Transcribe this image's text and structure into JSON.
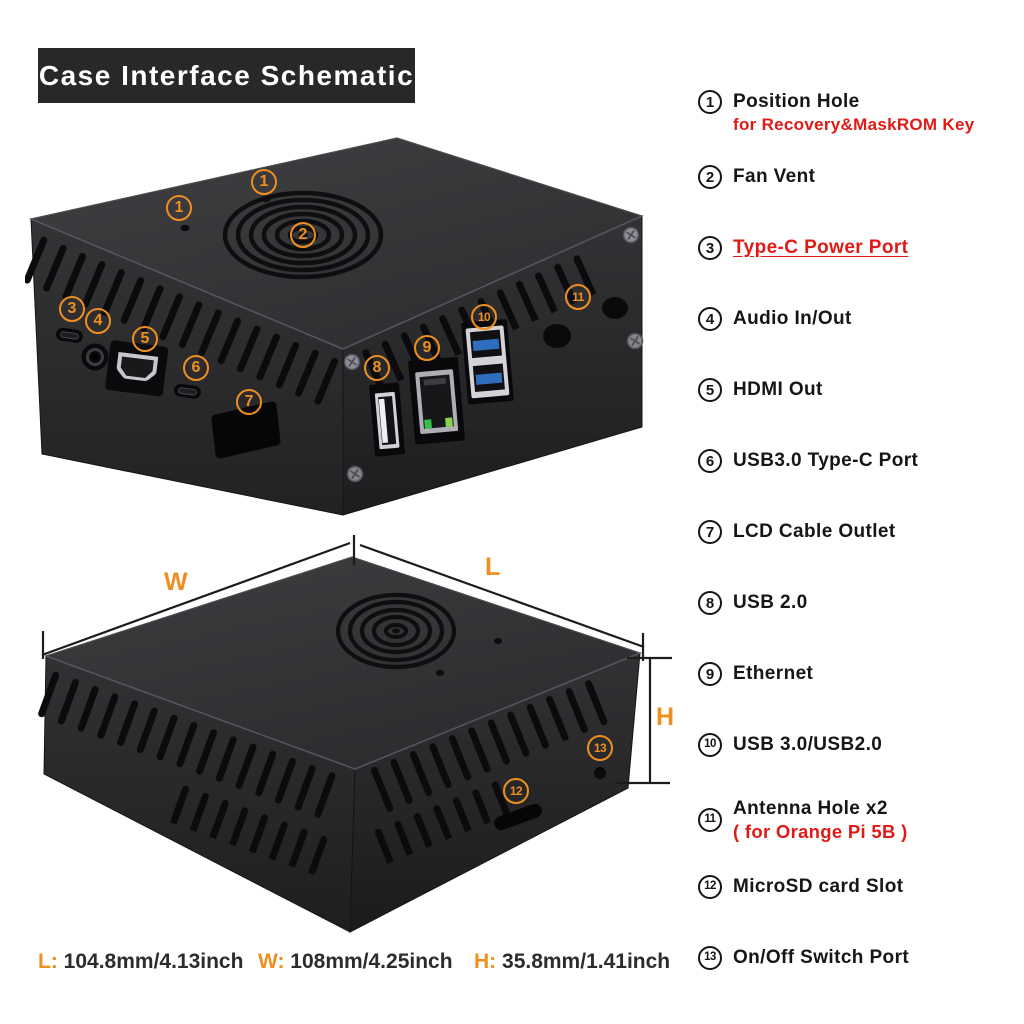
{
  "title": "Case Interface Schematic",
  "legend": {
    "items": [
      {
        "num": "1",
        "label": "Position Hole",
        "sub": "for Recovery&MaskROM Key"
      },
      {
        "num": "2",
        "label": "Fan Vent"
      },
      {
        "num": "3",
        "label": "Type-C Power Port"
      },
      {
        "num": "4",
        "label": "Audio In/Out"
      },
      {
        "num": "5",
        "label": "HDMI Out"
      },
      {
        "num": "6",
        "label": "USB3.0 Type-C Port"
      },
      {
        "num": "7",
        "label": "LCD Cable Outlet"
      },
      {
        "num": "8",
        "label": "USB 2.0"
      },
      {
        "num": "9",
        "label": "Ethernet"
      },
      {
        "num": "10",
        "label": "USB 3.0/USB2.0"
      },
      {
        "num": "11",
        "label": "Antenna Hole x2",
        "sub": "( for Orange Pi 5B )"
      },
      {
        "num": "12",
        "label": "MicroSD card Slot"
      },
      {
        "num": "13",
        "label": "On/Off Switch Port"
      }
    ]
  },
  "callouts": {
    "top_view": [
      "1",
      "1",
      "2",
      "3",
      "4",
      "5",
      "6",
      "7",
      "8",
      "9",
      "10",
      "11"
    ],
    "bottom_view": [
      "12",
      "13"
    ]
  },
  "dimension_labels": {
    "width": "W",
    "length": "L",
    "height": "H"
  },
  "dimension_values": [
    {
      "key": "L:",
      "value": "104.8mm/4.13inch"
    },
    {
      "key": "W:",
      "value": "108mm/4.25inch"
    },
    {
      "key": "H:",
      "value": "35.8mm/1.41inch"
    }
  ],
  "colors": {
    "accent_orange": "#ee8f20",
    "alert_red": "#e01a16",
    "legend_black": "#141414",
    "case_dark": "#29292b",
    "usb3_blue": "#2f6dbf",
    "title_bg": "#28282a"
  }
}
